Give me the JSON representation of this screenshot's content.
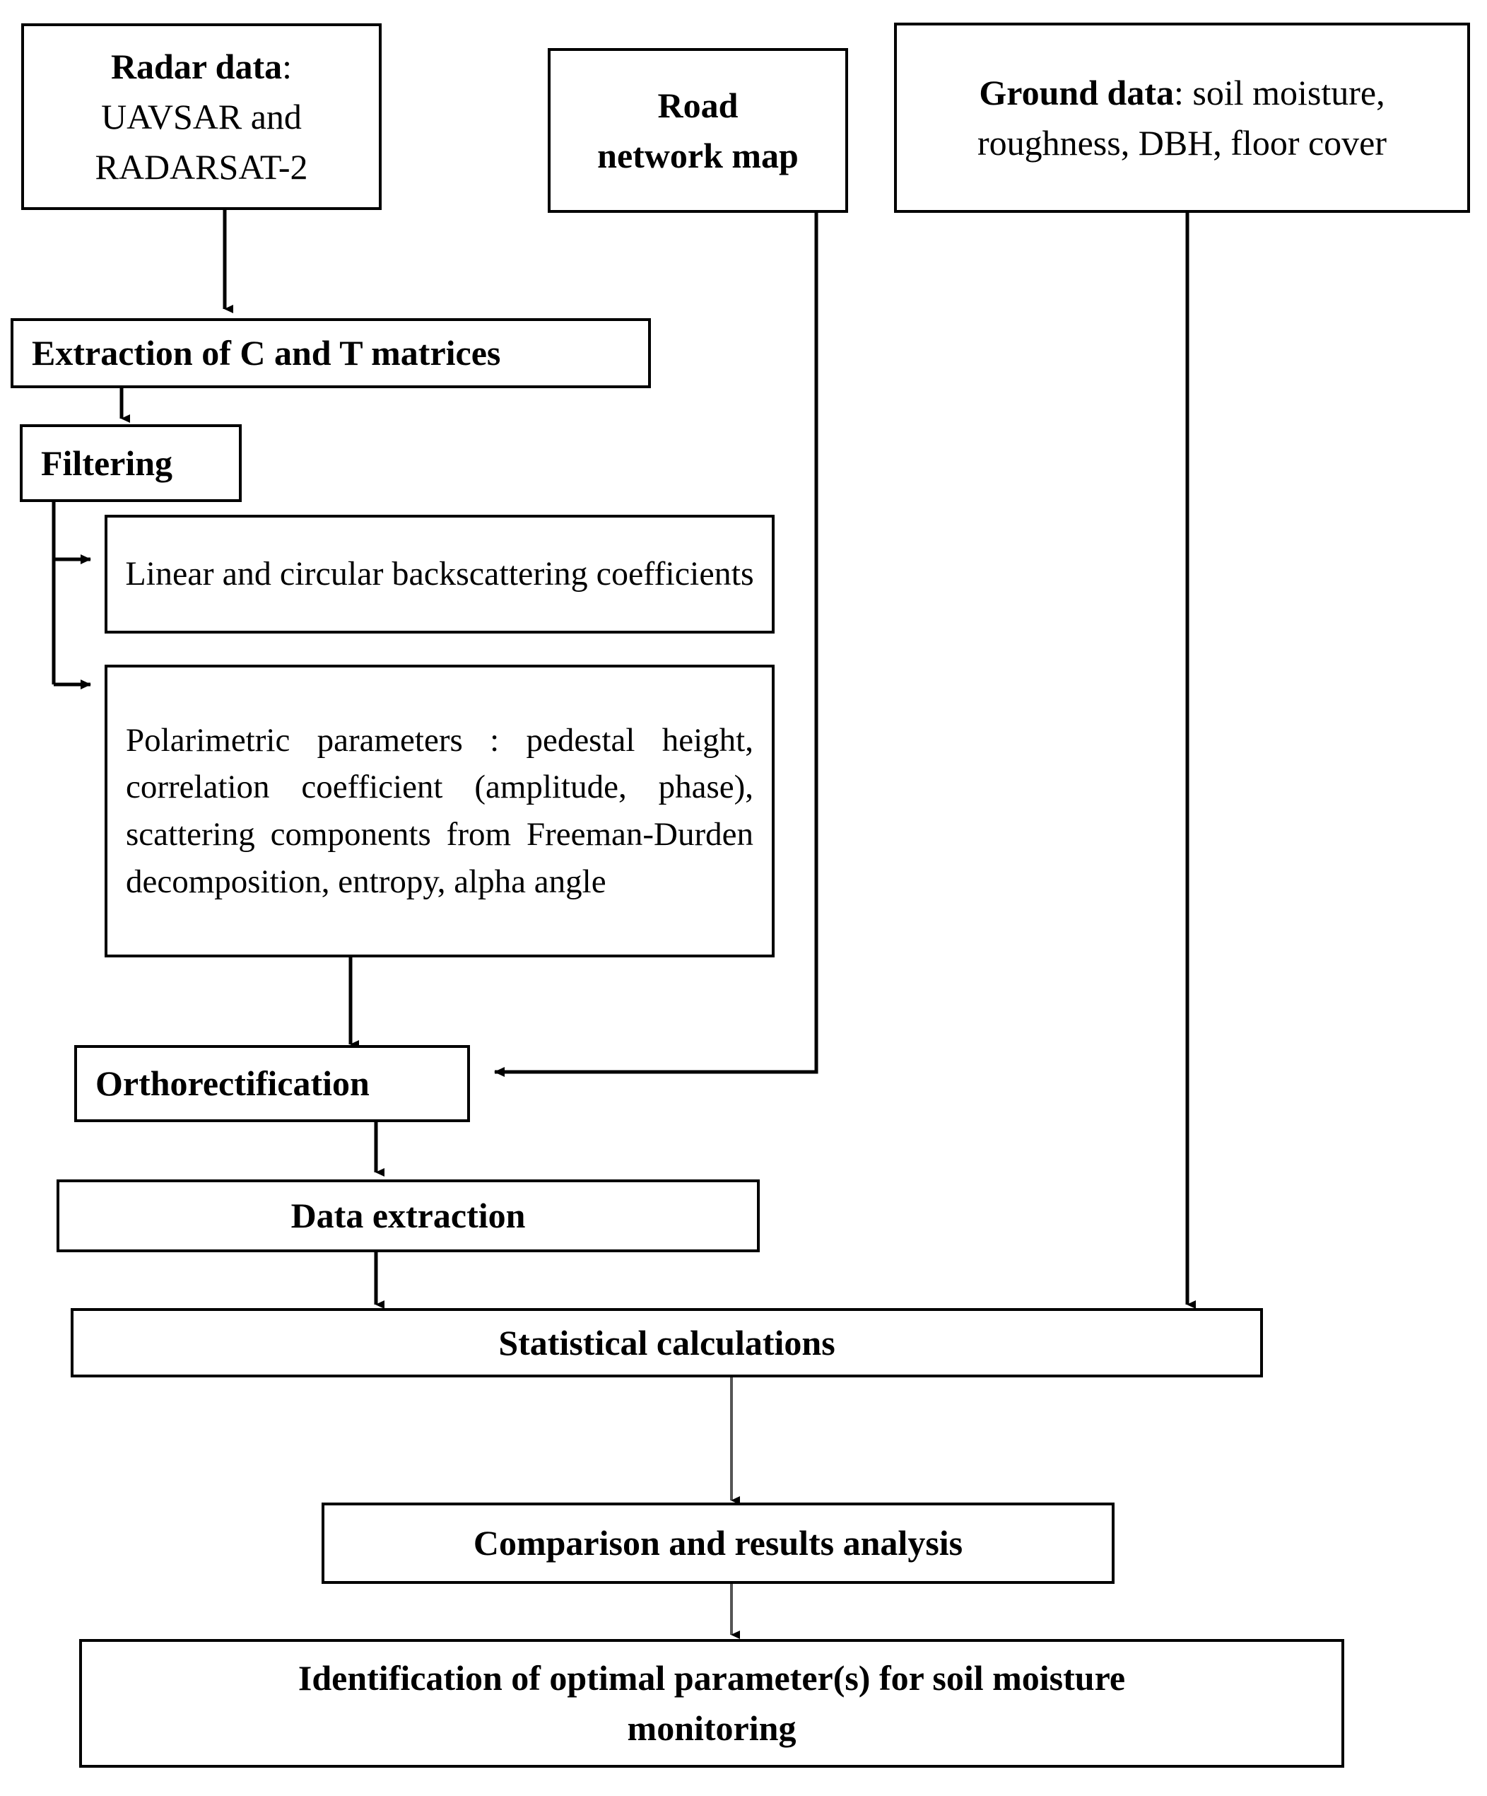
{
  "diagram": {
    "title": "Methodology flowchart for radar-based soil moisture monitoring",
    "stroke_color": "#000000",
    "background_color": "#ffffff",
    "text_color": "#000000"
  },
  "nodes": {
    "radar_data": {
      "label_bold": "Radar data",
      "label_rest": ": UAVSAR and RADARSAT-2",
      "full_text": "Radar data: UAVSAR and RADARSAT-2",
      "line1_bold": "Radar data",
      "line1_rest": ":",
      "line2": "UAVSAR and",
      "line3": "RADARSAT-2"
    },
    "road_network": {
      "line1": "Road",
      "line2": "network map",
      "full_text": "Road network map"
    },
    "ground_data": {
      "label_bold": "Ground data",
      "label_rest": ": soil moisture, roughness, DBH, floor cover",
      "full_text": "Ground data: soil moisture, roughness, DBH, floor cover"
    },
    "extraction": {
      "label": "Extraction of C and T matrices"
    },
    "filtering": {
      "label": "Filtering"
    },
    "backscattering": {
      "label": "Linear and circular backscattering coefficients"
    },
    "polarimetric": {
      "label": "Polarimetric parameters : pedestal height, correlation coefficient (amplitude, phase), scattering components from Freeman-Durden decomposition, entropy, alpha angle"
    },
    "orthorectification": {
      "label": "Orthorectification"
    },
    "data_extraction": {
      "label": "Data extraction"
    },
    "statistical": {
      "label": "Statistical calculations"
    },
    "comparison": {
      "label": "Comparison and results analysis"
    },
    "identification": {
      "line1": "Identification of optimal parameter(s) for soil moisture",
      "line2": "monitoring",
      "full_text": "Identification of optimal parameter(s) for soil moisture monitoring"
    }
  },
  "edges": [
    {
      "id": "radar-to-extraction",
      "from": "radar_data",
      "to": "extraction",
      "style": "arrow-down"
    },
    {
      "id": "extraction-to-filtering",
      "from": "extraction",
      "to": "filtering",
      "style": "arrow-down"
    },
    {
      "id": "filtering-to-backscattering",
      "from": "filtering",
      "to": "backscattering",
      "style": "elbow-arrow-right"
    },
    {
      "id": "filtering-to-polarimetric",
      "from": "filtering",
      "to": "polarimetric",
      "style": "elbow-arrow-right"
    },
    {
      "id": "polarimetric-to-orthorectification",
      "from": "polarimetric",
      "to": "orthorectification",
      "style": "arrow-down"
    },
    {
      "id": "road-to-orthorectification",
      "from": "road_network",
      "to": "orthorectification",
      "style": "elbow-arrow-left"
    },
    {
      "id": "orthorectification-to-data-extraction",
      "from": "orthorectification",
      "to": "data_extraction",
      "style": "arrow-down"
    },
    {
      "id": "data-extraction-to-statistical",
      "from": "data_extraction",
      "to": "statistical",
      "style": "arrow-down"
    },
    {
      "id": "ground-to-statistical",
      "from": "ground_data",
      "to": "statistical",
      "style": "arrow-down"
    },
    {
      "id": "statistical-to-comparison",
      "from": "statistical",
      "to": "comparison",
      "style": "arrow-down"
    },
    {
      "id": "comparison-to-identification",
      "from": "comparison",
      "to": "identification",
      "style": "arrow-down"
    }
  ]
}
